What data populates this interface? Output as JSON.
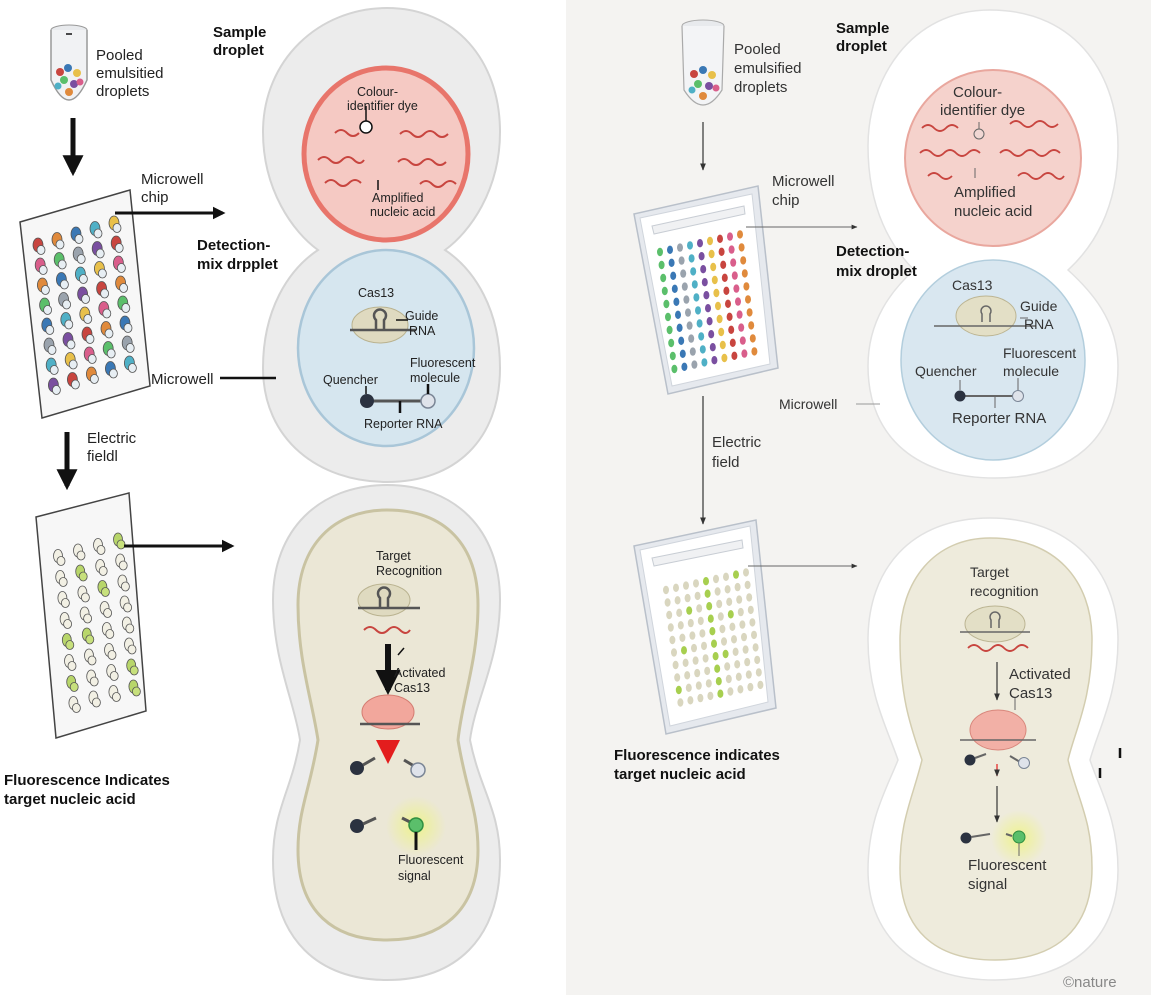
{
  "left": {
    "pooled": [
      "Pooled",
      "emulsitied",
      "droplets"
    ],
    "sample_droplet": [
      "Sample",
      "droplet"
    ],
    "microwell_chip": [
      "Microwell",
      "chip"
    ],
    "detection_mix": [
      "Detection-",
      "mix drpplet"
    ],
    "colour_dye": [
      "Colour-",
      "identifier dye"
    ],
    "amplified": [
      "Amplified",
      "nucleic acid"
    ],
    "cas13": "Cas13",
    "guide_rna": [
      "Guide",
      "RNA"
    ],
    "microwell": "Microwell",
    "quencher": "Quencher",
    "fluorescent_molecule": [
      "Fluorescent",
      "molecule"
    ],
    "reporter_rna": "Reporter RNA",
    "electric_field": [
      "Electric",
      "fieldl"
    ],
    "target_recognition": [
      "Target",
      "Recognition"
    ],
    "activated_cas13": [
      "Activated",
      "Cas13"
    ],
    "fluorescent_signal": [
      "Fluorescent",
      "signal"
    ],
    "fluorescence_indicates": [
      "Fluorescence Indicates",
      "target nucleic acid"
    ]
  },
  "right": {
    "pooled": [
      "Pooled",
      "emulsified",
      "droplets"
    ],
    "sample_droplet": [
      "Sample",
      "droplet"
    ],
    "microwell_chip": [
      "Microwell",
      "chip"
    ],
    "detection_mix": [
      "Detection-",
      "mix droplet"
    ],
    "colour_dye": [
      "Colour-",
      "identifier dye"
    ],
    "amplified": [
      "Amplified",
      "nucleic acid"
    ],
    "cas13": "Cas13",
    "guide_rna": [
      "Guide",
      "RNA"
    ],
    "microwell": "Microwell",
    "quencher": "Quencher",
    "fluorescent_molecule": [
      "Fluorescent",
      "molecule"
    ],
    "reporter_rna": "Reporter RNA",
    "electric_field": [
      "Electric",
      "field"
    ],
    "target_recognition": [
      "Target",
      "recognition"
    ],
    "activated_cas13": [
      "Activated",
      "Cas13"
    ],
    "fluorescent_signal": [
      "Fluorescent",
      "signal"
    ],
    "fluorescence_indicates": [
      "Fluorescence indicates",
      "target nucleic acid"
    ],
    "credit": "©nature"
  },
  "colors": {
    "sample_fill": "#f5c9c3",
    "sample_edge": "#e8756b",
    "detection_fill": "#d6e6ef",
    "detection_edge": "#a9c6d8",
    "signal_fill": "#ebe7d6",
    "signal_edge": "#c9c3a2",
    "right_panel": "#f4f3f1",
    "fluorescent_green": "#5bbf6b",
    "red_arrow": "#e31d1d"
  }
}
